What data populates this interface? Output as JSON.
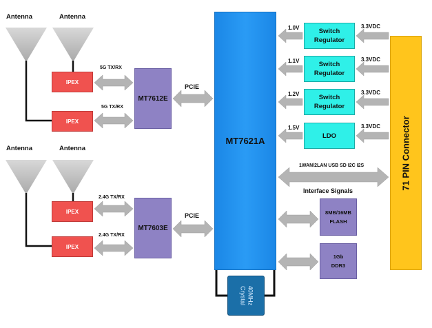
{
  "antennas": {
    "top_left": "Antenna",
    "top_right": "Antenna",
    "bottom_left": "Antenna",
    "bottom_right": "Antenna"
  },
  "rf_5g": {
    "ipex_top": "IPEX",
    "ipex_bottom": "IPEX",
    "link_top": "5G TX/RX",
    "link_bottom": "5G TX/RX",
    "chip": "MT7612E",
    "bus": "PCIE"
  },
  "rf_24g": {
    "ipex_top": "IPEX",
    "ipex_bottom": "IPEX",
    "link_top": "2.4G TX/RX",
    "link_bottom": "2.4G TX/RX",
    "chip": "MT7603E",
    "bus": "PCIE"
  },
  "soc": {
    "label": "MT7621A"
  },
  "crystal": {
    "line1": "40MHz",
    "line2": "Crystal"
  },
  "power": [
    {
      "out": "1.0V",
      "line1": "Switch",
      "line2": "Regulator",
      "in": "3.3VDC"
    },
    {
      "out": "1.1V",
      "line1": "Switch",
      "line2": "Regulator",
      "in": "3.3VDC"
    },
    {
      "out": "1.2V",
      "line1": "Switch",
      "line2": "Regulator",
      "in": "3.3VDC"
    },
    {
      "out": "1.5V",
      "line1": "LDO",
      "line2": "",
      "in": "3.3VDC"
    }
  ],
  "interface": {
    "top": "1WAN/2LAN USB SD I2C I2S",
    "bottom": "Interface Signals"
  },
  "flash": {
    "line1": "8MB/16MB",
    "line2": "FLASH"
  },
  "ddr": {
    "line1": "1Gb",
    "line2": "DDR3"
  },
  "connector": {
    "label": "71 PIN Connector"
  },
  "colors": {
    "soc": "#1e90ee",
    "connector": "#ffc51c",
    "regulator": "#2ff0e8",
    "chip": "#8e82c4",
    "ipex": "#f0524f",
    "arrow": "#b4b4b4"
  }
}
